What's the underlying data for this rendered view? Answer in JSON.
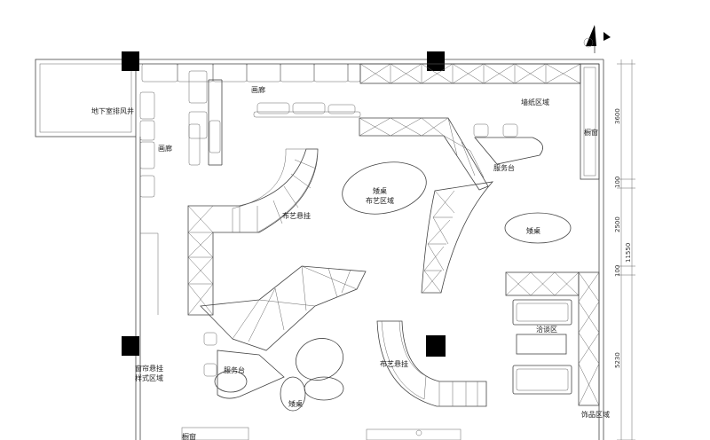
{
  "labels": {
    "basement_exhaust": "地下室排风井",
    "gallery_top": "画廊",
    "gallery_left": "画廊",
    "wallpaper_area": "墙纸区域",
    "window_right": "橱窗",
    "service_desk_top": "服务台",
    "stool_table_center": "矮桌",
    "fabric_area": "布艺区域",
    "fabric_hang_left": "布艺悬挂",
    "stool_table_right": "矮桌",
    "negotiation_area": "洽谈区",
    "curtain_sample_1": "窗帘悬挂",
    "curtain_sample_2": "样式区域",
    "service_desk_bottom": "服务台",
    "fabric_hang_bottom": "布艺悬挂",
    "stool_table_bottom": "矮桌",
    "decor_area": "饰品区域",
    "window_bottom": "橱窗"
  },
  "dimensions": {
    "d_3600": "3600",
    "d_100_a": "100",
    "d_2500": "2500",
    "d_100_b": "100",
    "d_5230": "5230",
    "d_11550": "11550"
  }
}
